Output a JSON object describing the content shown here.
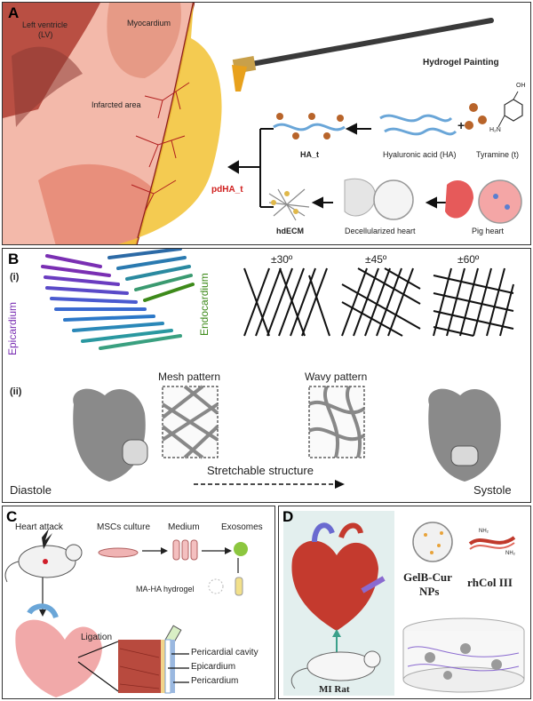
{
  "panelA": {
    "label": "A",
    "lv_line1": "Left ventricle",
    "lv_line2": "(LV)",
    "myocardium": "Myocardium",
    "infarcted": "Infarcted area",
    "painting": "Hydrogel Painting",
    "ha_t": "HA_t",
    "ha": "Hyaluronic acid (HA)",
    "plus": "+",
    "tyramine": "Tyramine (t)",
    "oh": "OH",
    "h2n": "H₂N",
    "pdha_t": "pdHA_t",
    "hdecm": "hdECM",
    "decell": "Decellularized heart",
    "pig": "Pig heart"
  },
  "panelB": {
    "label": "B",
    "i": "(i)",
    "ii": "(ii)",
    "epicardium": "Epicardium",
    "endocardium": "Endocardium",
    "angles": [
      "±30º",
      "±45º",
      "±60º"
    ],
    "mesh": "Mesh pattern",
    "wavy": "Wavy pattern",
    "stretch": "Stretchable structure",
    "diastole": "Diastole",
    "systole": "Systole"
  },
  "panelC": {
    "label": "C",
    "heart_attack": "Heart attack",
    "mscs": "MSCs culture",
    "medium": "Medium",
    "exosomes": "Exosomes",
    "maha": "MA-HA hydrogel",
    "ligation": "Ligation",
    "pericardial_cavity": "Pericardial cavity",
    "epicardium": "Epicardium",
    "pericardium": "Pericardium"
  },
  "panelD": {
    "label": "D",
    "gelb1": "GelB-Cur",
    "gelb2": "NPs",
    "rhcol": "rhCol III",
    "nh2": "NH₂",
    "mirat": "MI Rat"
  },
  "colors": {
    "epi": "#7a2fb3",
    "endo": "#3d8a1a",
    "pdha": "#d0201f",
    "fiber_blue": "#2c6aa6"
  }
}
